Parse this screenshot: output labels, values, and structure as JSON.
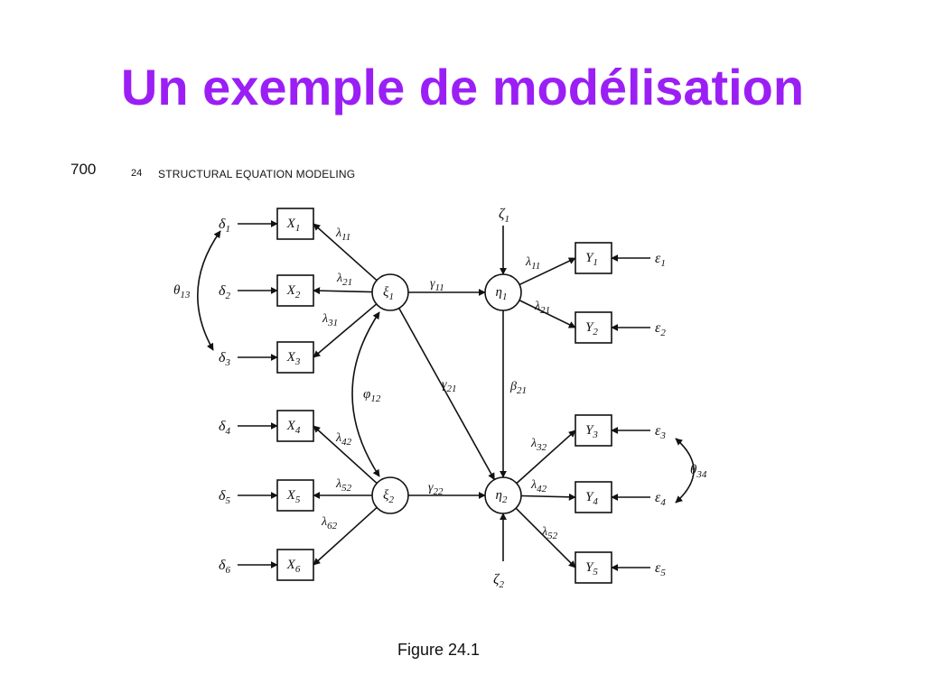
{
  "slide": {
    "title": "Un exemple de modélisation"
  },
  "book_header": {
    "page_number": "700",
    "chapter_number": "24",
    "chapter_title": "STRUCTURAL EQUATION MODELING"
  },
  "caption": "Figure 24.1",
  "diagram": {
    "exogenous_latents": [
      {
        "id": "xi1",
        "letter": "ξ",
        "sub": "1"
      },
      {
        "id": "xi2",
        "letter": "ξ",
        "sub": "2"
      }
    ],
    "endogenous_latents": [
      {
        "id": "eta1",
        "letter": "η",
        "sub": "1"
      },
      {
        "id": "eta2",
        "letter": "η",
        "sub": "2"
      }
    ],
    "x_indicators": [
      {
        "id": "X1",
        "letter": "X",
        "sub": "1",
        "error": {
          "letter": "δ",
          "sub": "1"
        },
        "loading": {
          "letter": "λ",
          "sub": "11"
        }
      },
      {
        "id": "X2",
        "letter": "X",
        "sub": "2",
        "error": {
          "letter": "δ",
          "sub": "2"
        },
        "loading": {
          "letter": "λ",
          "sub": "21"
        }
      },
      {
        "id": "X3",
        "letter": "X",
        "sub": "3",
        "error": {
          "letter": "δ",
          "sub": "3"
        },
        "loading": {
          "letter": "λ",
          "sub": "31"
        }
      },
      {
        "id": "X4",
        "letter": "X",
        "sub": "4",
        "error": {
          "letter": "δ",
          "sub": "4"
        },
        "loading": {
          "letter": "λ",
          "sub": "42"
        }
      },
      {
        "id": "X5",
        "letter": "X",
        "sub": "5",
        "error": {
          "letter": "δ",
          "sub": "5"
        },
        "loading": {
          "letter": "λ",
          "sub": "52"
        }
      },
      {
        "id": "X6",
        "letter": "X",
        "sub": "6",
        "error": {
          "letter": "δ",
          "sub": "6"
        },
        "loading": {
          "letter": "λ",
          "sub": "62"
        }
      }
    ],
    "y_indicators": [
      {
        "id": "Y1",
        "letter": "Y",
        "sub": "1",
        "error": {
          "letter": "ε",
          "sub": "1"
        },
        "loading": {
          "letter": "λ",
          "sub": "11"
        }
      },
      {
        "id": "Y2",
        "letter": "Y",
        "sub": "2",
        "error": {
          "letter": "ε",
          "sub": "2"
        },
        "loading": {
          "letter": "λ",
          "sub": "21"
        }
      },
      {
        "id": "Y3",
        "letter": "Y",
        "sub": "3",
        "error": {
          "letter": "ε",
          "sub": "3"
        },
        "loading": {
          "letter": "λ",
          "sub": "32"
        }
      },
      {
        "id": "Y4",
        "letter": "Y",
        "sub": "4",
        "error": {
          "letter": "ε",
          "sub": "4"
        },
        "loading": {
          "letter": "λ",
          "sub": "42"
        }
      },
      {
        "id": "Y5",
        "letter": "Y",
        "sub": "5",
        "error": {
          "letter": "ε",
          "sub": "5"
        },
        "loading": {
          "letter": "λ",
          "sub": "52"
        }
      }
    ],
    "disturbances": [
      {
        "letter": "ζ",
        "sub": "1"
      },
      {
        "letter": "ζ",
        "sub": "2"
      }
    ],
    "structural_paths": [
      {
        "letter": "γ",
        "sub": "11"
      },
      {
        "letter": "γ",
        "sub": "21"
      },
      {
        "letter": "γ",
        "sub": "22"
      },
      {
        "letter": "β",
        "sub": "21"
      }
    ],
    "covariances": [
      {
        "letter": "θ",
        "sub": "13"
      },
      {
        "letter": "φ",
        "sub": "12"
      },
      {
        "letter": "θ",
        "sub": "34"
      }
    ]
  }
}
